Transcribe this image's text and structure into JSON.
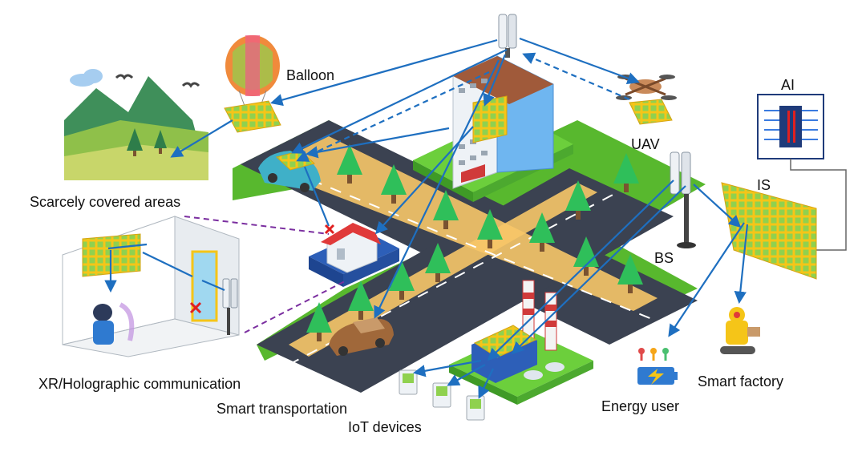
{
  "labels": {
    "balloon": "Balloon",
    "scarce": "Scarcely covered areas",
    "uav": "UAV",
    "ai": "AI",
    "is": "IS",
    "bs": "BS",
    "xr": "XR/Holographic communication",
    "transport": "Smart transportation",
    "iot": "IoT devices",
    "energy": "Energy user",
    "factory": "Smart factory"
  },
  "icons": [
    "cloud-icon",
    "bird-icon",
    "mountain-icon",
    "tree-icon",
    "balloon-icon",
    "surface-panel-icon",
    "antenna-icon",
    "building-icon",
    "drone-icon",
    "car-icon",
    "house-icon",
    "vr-user-icon",
    "factory-icon",
    "iot-device-icon",
    "battery-icon",
    "robot-icon",
    "ai-chip-icon",
    "block-icon"
  ],
  "colors": {
    "link": "#1e6fc0",
    "blocked": "#7b2fa0",
    "panel": "#f5c518",
    "panel_cell": "#8fd14f",
    "road": "#3b4251",
    "grass": "#6ccf3c",
    "block_x": "#e02020"
  }
}
